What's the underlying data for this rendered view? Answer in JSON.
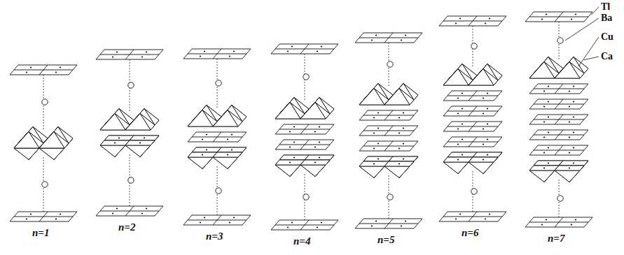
{
  "diagram": {
    "labels": [
      "Tl",
      "Ba",
      "Cu",
      "Ca",
      "n=1",
      "n=2",
      "n=3",
      "n=4",
      "n=5",
      "n=6",
      "n=7"
    ]
  }
}
